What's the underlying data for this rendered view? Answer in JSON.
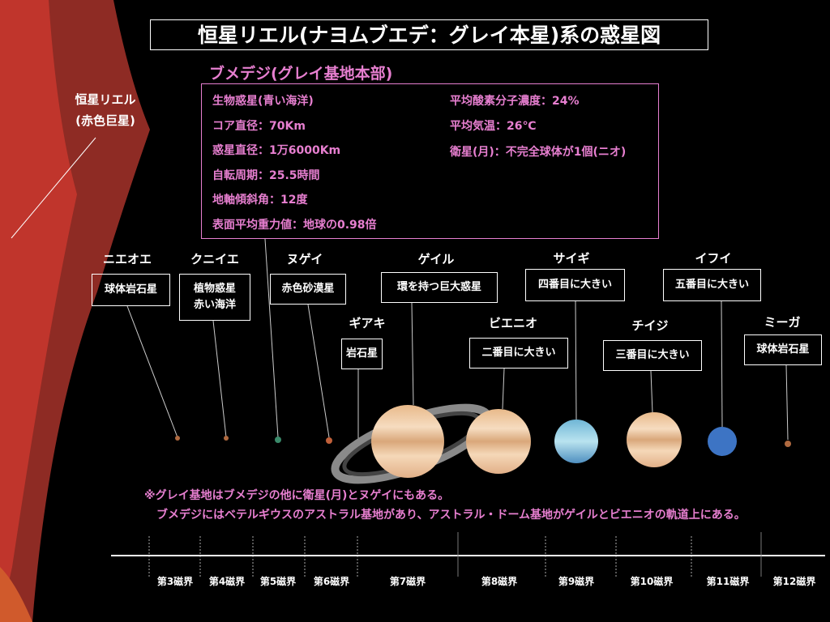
{
  "title": "恒星リエル(ナヨムブエデ：グレイ本星)系の惑星図",
  "star": {
    "name": "恒星リエル",
    "type": "(赤色巨星)"
  },
  "info": {
    "heading": "ブメデジ(グレイ基地本部)",
    "left": [
      "生物惑星(青い海洋)",
      "コア直径：70Km",
      "惑星直径：1万6000Km",
      "自転周期：25.5時間",
      "地軸傾斜角：12度",
      "表面平均重力値：地球の0.98倍"
    ],
    "right": [
      "平均酸素分子濃度：24%",
      "平均気温：26℃",
      "衛星(月)：不完全球体が1個(ニオ)"
    ]
  },
  "planets": [
    {
      "name": "ニエオエ",
      "desc": "球体岩石星"
    },
    {
      "name": "クニイエ",
      "desc": "植物惑星",
      "desc2": "赤い海洋"
    },
    {
      "name": "ヌゲイ",
      "desc": "赤色砂漠星"
    },
    {
      "name": "ギアキ",
      "desc": "岩石星"
    },
    {
      "name": "ゲイル",
      "desc": "環を持つ巨大惑星"
    },
    {
      "name": "ビエニオ",
      "desc": "二番目に大きい"
    },
    {
      "name": "サイギ",
      "desc": "四番目に大きい"
    },
    {
      "name": "チイジ",
      "desc": "三番目に大きい"
    },
    {
      "name": "イフイ",
      "desc": "五番目に大きい"
    },
    {
      "name": "ミーガ",
      "desc": "球体岩石星"
    }
  ],
  "notes": [
    "※グレイ基地はブメデジの他に衛星(月)とヌゲイにもある。",
    "ブメデジにはベテルギウスのアストラル基地があり、アストラル・ドーム基地がゲイルとビエニオの軌道上にある。"
  ],
  "zones": [
    "第3磁界",
    "第4磁界",
    "第5磁界",
    "第6磁界",
    "第7磁界",
    "第8磁界",
    "第9磁界",
    "第10磁界",
    "第11磁界",
    "第12磁界"
  ]
}
